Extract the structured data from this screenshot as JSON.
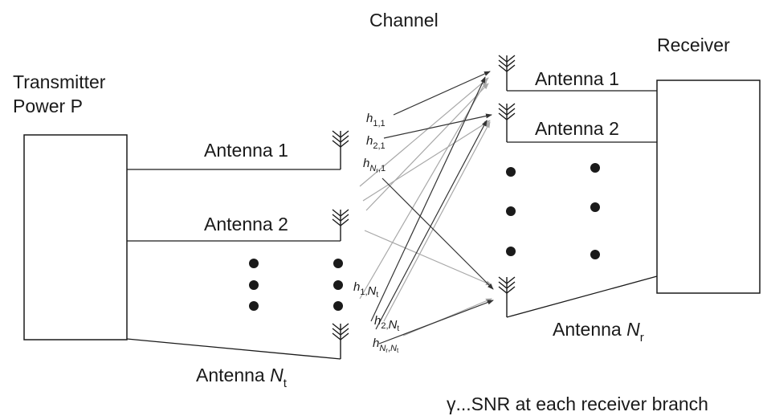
{
  "channel_title": "Channel",
  "transmitter": {
    "line1": "Transmitter",
    "line2": "Power P",
    "antenna_1": "Antenna 1",
    "antenna_2": "Antenna 2",
    "antenna_last_prefix": "Antenna ",
    "antenna_last_var": "N",
    "antenna_last_sub": "t"
  },
  "receiver": {
    "title": "Receiver",
    "antenna_1": "Antenna 1",
    "antenna_2": "Antenna 2",
    "antenna_last_prefix": "Antenna ",
    "antenna_last_var": "N",
    "antenna_last_sub": "r"
  },
  "coefficients": {
    "h": "h",
    "h11_sub": "1,1",
    "h21_sub": "2,1",
    "hNr1_sub_pre": "N",
    "hNr1_sub_r": "r",
    "hNr1_sub_post": ",1",
    "h1Nt_sub_pre": "1,",
    "h1Nt_sub_var": "N",
    "h1Nt_sub_t": "t",
    "h2Nt_sub_pre": "2,",
    "h2Nt_sub_var": "N",
    "h2Nt_sub_t": "t",
    "hNrNt_sub_N1": "N",
    "hNrNt_sub_r": "r",
    "hNrNt_sub_comma": ",",
    "hNrNt_sub_N2": "N",
    "hNrNt_sub_t": "t"
  },
  "footnote": "γ...SNR at each receiver branch",
  "colors": {
    "ink": "#1a1a1a",
    "arrow_dark": "#333333",
    "arrow_light": "#a8a8a8"
  }
}
